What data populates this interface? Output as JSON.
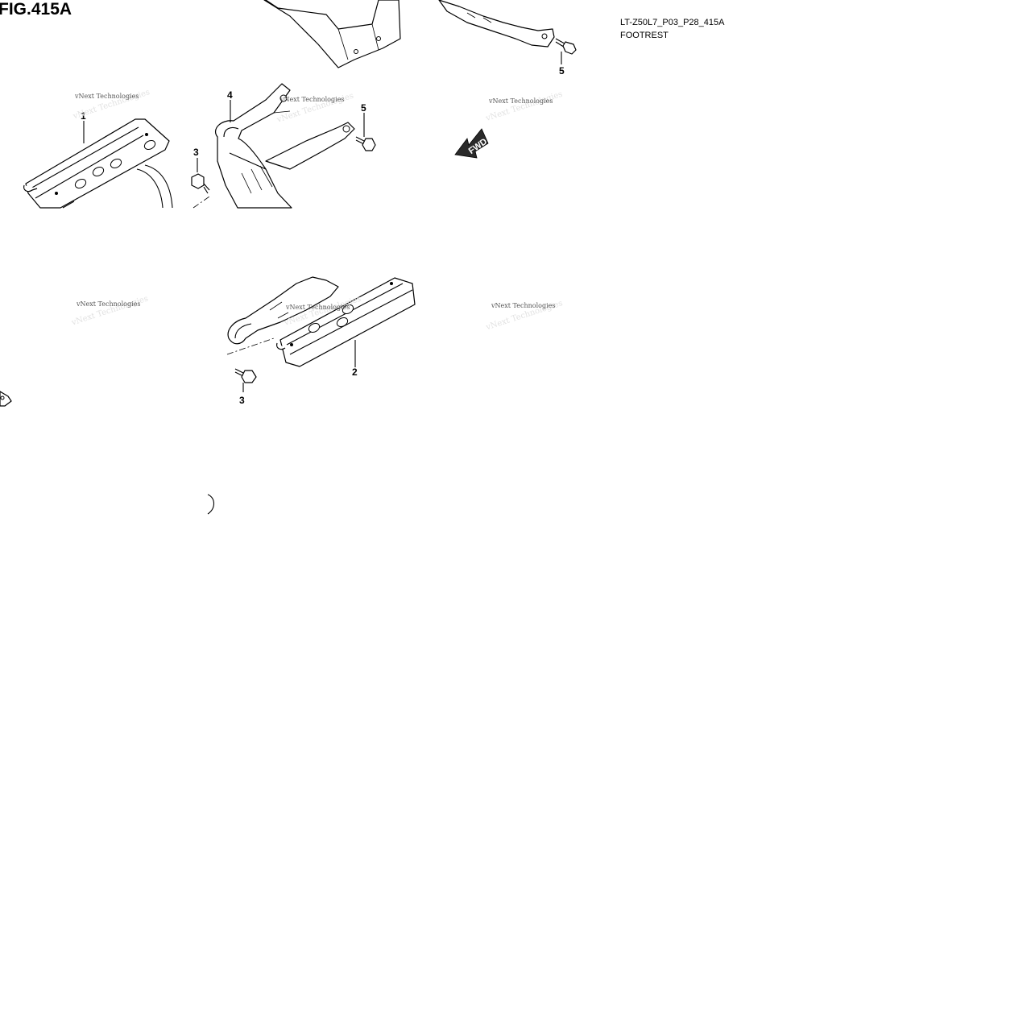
{
  "figure": {
    "title": "FIG.415A",
    "code": "LT-Z50L7_P03_P28_415A",
    "name": "FOOTREST"
  },
  "callouts": [
    "1",
    "2",
    "3",
    "3",
    "4",
    "5",
    "5"
  ],
  "watermark": "vNext Technologies",
  "direction_label": "FWD"
}
